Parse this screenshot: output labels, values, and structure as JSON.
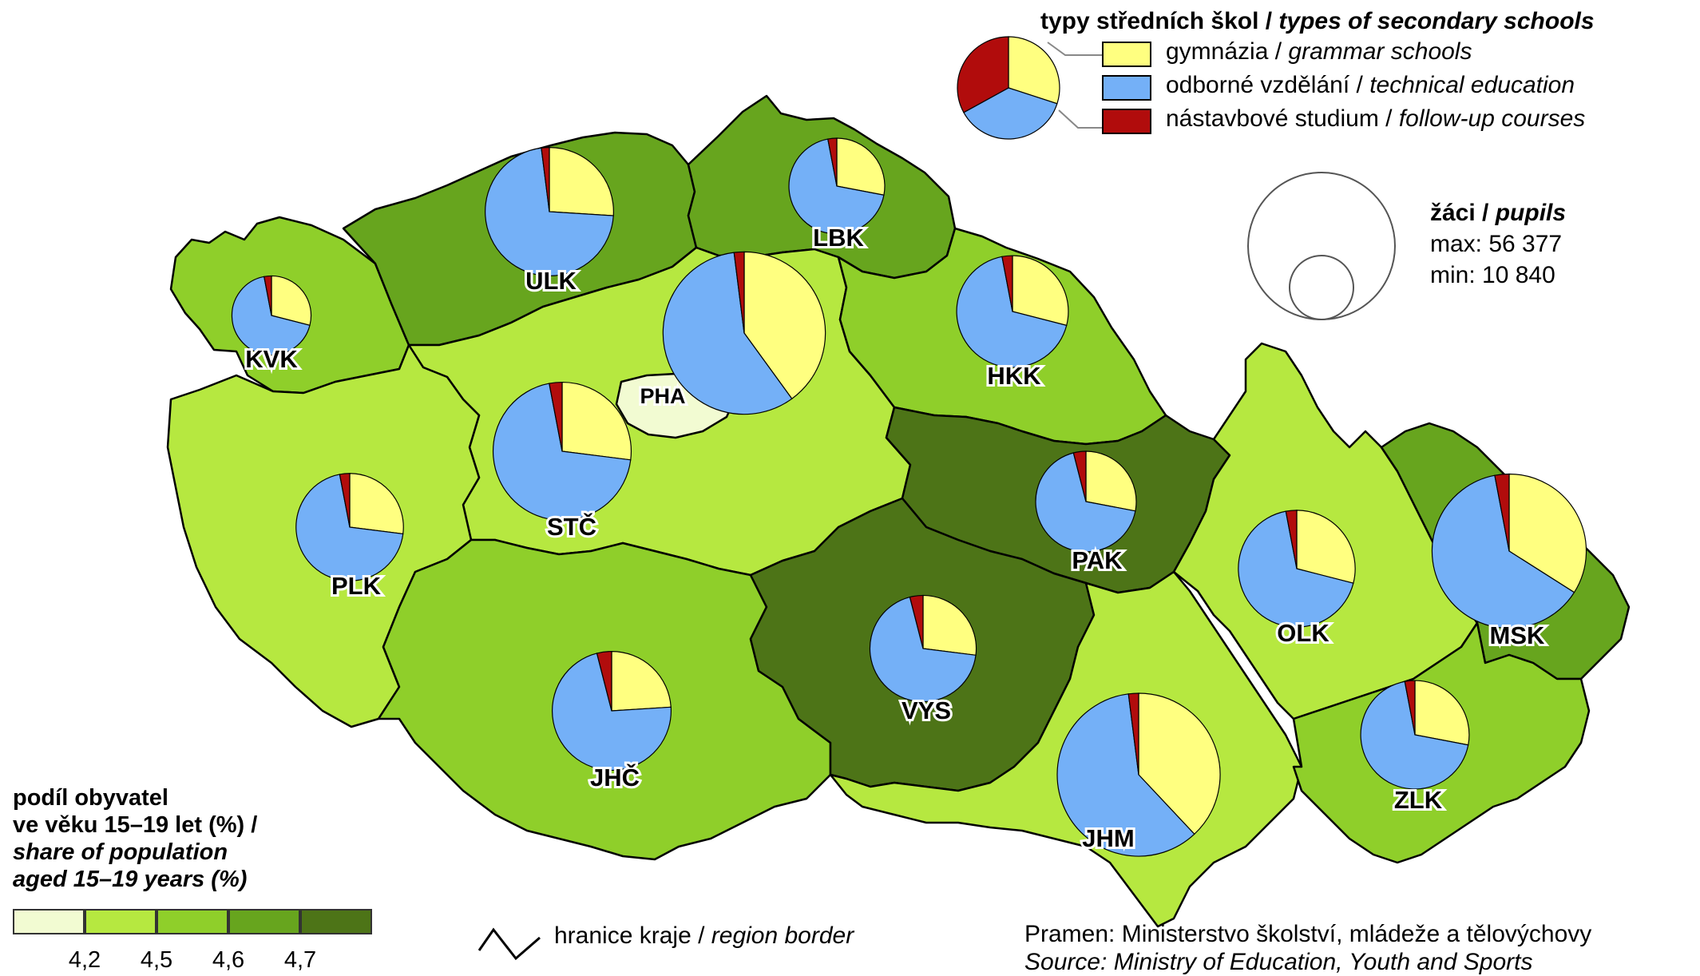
{
  "legend_types": {
    "title_cz": "typy středních škol / ",
    "title_en": "types of secondary schools",
    "items": [
      {
        "cz": "gymnázia / ",
        "en": "grammar schools",
        "color": "#ffff80"
      },
      {
        "cz": "odborné vzdělání / ",
        "en": "technical education",
        "color": "#74b0f7"
      },
      {
        "cz": "nástavbové studium / ",
        "en": "follow-up courses",
        "color": "#b10c0c"
      }
    ],
    "example_pie": {
      "grammar": 0.3,
      "technical": 0.37,
      "followup": 0.33
    }
  },
  "legend_pupils": {
    "title_cz": "žáci / ",
    "title_en": "pupils",
    "max_label": "max: 56 377",
    "min_label": "min: 10 840",
    "max": 56377,
    "min": 10840
  },
  "legend_share": {
    "line1": "podíl obyvatel",
    "line2": "ve věku 15–19 let (%) /",
    "line3": "share of population",
    "line4": "aged 15–19 years (%)",
    "classes": [
      "#f2fbd2",
      "#b6e840",
      "#8fcf2a",
      "#67a51e",
      "#4d7417"
    ],
    "ticks": [
      "4,2",
      "4,5",
      "4,6",
      "4,7"
    ]
  },
  "legend_border": {
    "cz": "hranice kraje / ",
    "en": "region border"
  },
  "source": {
    "cz": "Pramen: Ministerstvo školství, mládeže a tělovýchovy",
    "en": "Source: Ministry of Education, Youth and Sports"
  },
  "regions": [
    {
      "code": "PHA",
      "share_class": 0,
      "grammar": null,
      "followup": null,
      "pupils": null
    },
    {
      "code": "STČ",
      "share_class": 1,
      "grammar": 0.27,
      "followup": 0.03,
      "pupils": 40500
    },
    {
      "code": "JHČ",
      "share_class": 2,
      "grammar": 0.24,
      "followup": 0.04,
      "pupils": 30000
    },
    {
      "code": "PLK",
      "share_class": 1,
      "grammar": 0.27,
      "followup": 0.03,
      "pupils": 24500
    },
    {
      "code": "KVK",
      "share_class": 2,
      "grammar": 0.29,
      "followup": 0.03,
      "pupils": 13300
    },
    {
      "code": "ULK",
      "share_class": 3,
      "grammar": 0.26,
      "followup": 0.02,
      "pupils": 35000
    },
    {
      "code": "LBK",
      "share_class": 3,
      "grammar": 0.28,
      "followup": 0.03,
      "pupils": 19500
    },
    {
      "code": "HKK",
      "share_class": 2,
      "grammar": 0.29,
      "followup": 0.03,
      "pupils": 26500
    },
    {
      "code": "PAK",
      "share_class": 4,
      "grammar": 0.28,
      "followup": 0.04,
      "pupils": 21500
    },
    {
      "code": "VYS",
      "share_class": 4,
      "grammar": 0.27,
      "followup": 0.04,
      "pupils": 24000
    },
    {
      "code": "JHM",
      "share_class": 1,
      "grammar": 0.38,
      "followup": 0.02,
      "pupils": 56377
    },
    {
      "code": "OLK",
      "share_class": 1,
      "grammar": 0.29,
      "followup": 0.03,
      "pupils": 29000
    },
    {
      "code": "ZLK",
      "share_class": 2,
      "grammar": 0.28,
      "followup": 0.03,
      "pupils": 25000
    },
    {
      "code": "MSK",
      "share_class": 3,
      "grammar": 0.34,
      "followup": 0.03,
      "pupils": 50500
    },
    {
      "code": "PHA-centre",
      "share_class": 1,
      "grammar": 0.4,
      "followup": 0.02,
      "pupils": 56000
    }
  ]
}
